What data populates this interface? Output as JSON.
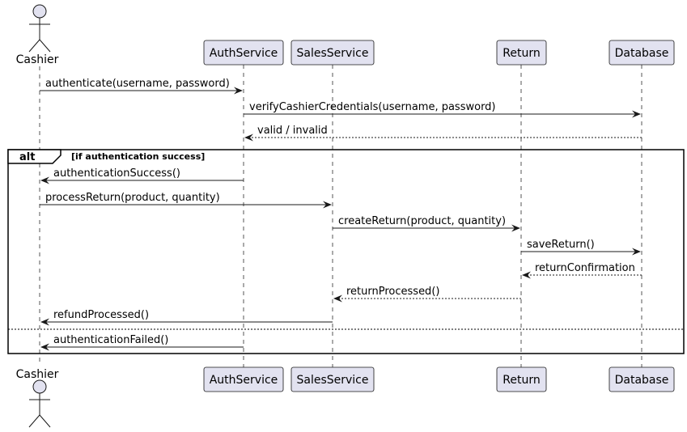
{
  "diagram": {
    "type": "sequence",
    "participants": [
      {
        "id": "cashier",
        "label": "Cashier",
        "kind": "actor"
      },
      {
        "id": "auth",
        "label": "AuthService",
        "kind": "participant"
      },
      {
        "id": "sales",
        "label": "SalesService",
        "kind": "participant"
      },
      {
        "id": "ret",
        "label": "Return",
        "kind": "participant"
      },
      {
        "id": "db",
        "label": "Database",
        "kind": "participant"
      }
    ],
    "messages": [
      {
        "from": "cashier",
        "to": "auth",
        "label": "authenticate(username, password)",
        "style": "solid"
      },
      {
        "from": "auth",
        "to": "db",
        "label": "verifyCashierCredentials(username, password)",
        "style": "solid"
      },
      {
        "from": "db",
        "to": "auth",
        "label": "valid / invalid",
        "style": "dashed"
      },
      {
        "from": "auth",
        "to": "cashier",
        "label": "authenticationSuccess()",
        "style": "solid"
      },
      {
        "from": "cashier",
        "to": "sales",
        "label": "processReturn(product, quantity)",
        "style": "solid"
      },
      {
        "from": "sales",
        "to": "ret",
        "label": "createReturn(product, quantity)",
        "style": "solid"
      },
      {
        "from": "ret",
        "to": "db",
        "label": "saveReturn()",
        "style": "solid"
      },
      {
        "from": "db",
        "to": "ret",
        "label": "returnConfirmation",
        "style": "dashed"
      },
      {
        "from": "ret",
        "to": "sales",
        "label": "returnProcessed()",
        "style": "dashed"
      },
      {
        "from": "sales",
        "to": "cashier",
        "label": "refundProcessed()",
        "style": "solid"
      },
      {
        "from": "auth",
        "to": "cashier",
        "label": "authenticationFailed()",
        "style": "solid"
      }
    ],
    "fragment": {
      "keyword": "alt",
      "condition": "[if authentication success]"
    },
    "colors": {
      "participant_fill": "#e2e2f0",
      "line": "#181818"
    }
  }
}
